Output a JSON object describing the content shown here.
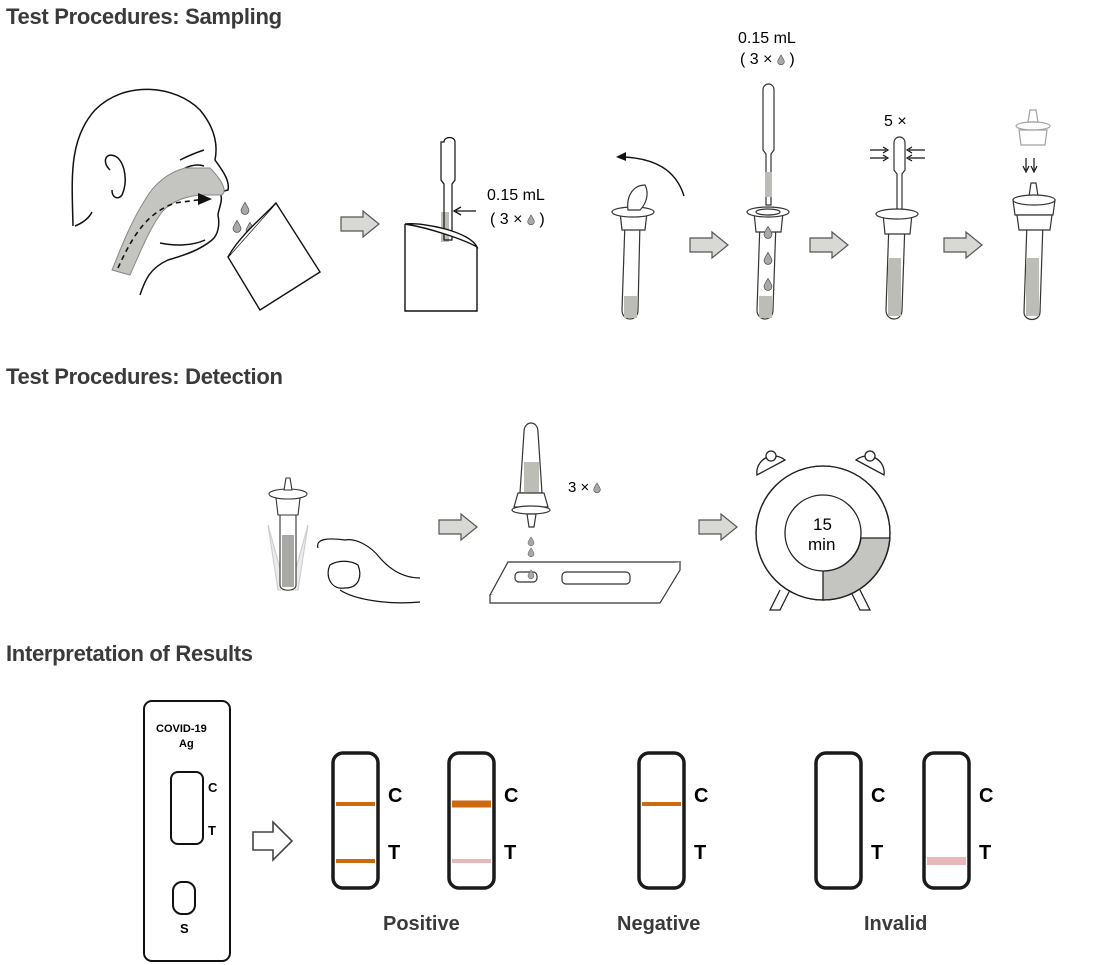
{
  "sections": {
    "sampling": {
      "title": "Test Procedures: Sampling"
    },
    "detection": {
      "title": "Test Procedures: Detection"
    },
    "results": {
      "title": "Interpretation of Results"
    }
  },
  "sampling_steps": {
    "step2_volume": "0.15 mL",
    "step2_drops_prefix": "( 3 ×",
    "step2_drops_suffix": ")",
    "step4_volume": "0.15 mL",
    "step4_drops_prefix": "( 3 ×",
    "step4_drops_suffix": ")",
    "step5_squeeze": "5 ×"
  },
  "detection_steps": {
    "drops_label": "3 ×",
    "timer_value": "15",
    "timer_unit": "min",
    "timer_fill_fraction": 0.25
  },
  "cassette": {
    "brand_line1": "COVID-19",
    "brand_line2": "Ag",
    "control_label": "C",
    "test_label": "T",
    "sample_label": "S"
  },
  "results": {
    "line_label_c": "C",
    "line_label_t": "T",
    "groups": [
      {
        "label": "Positive"
      },
      {
        "label": "Negative"
      },
      {
        "label": "Invalid"
      }
    ],
    "strips": [
      {
        "group": "Positive",
        "c_line": "strong",
        "t_line": "strong"
      },
      {
        "group": "Positive",
        "c_line": "strong",
        "t_line": "faint"
      },
      {
        "group": "Negative",
        "c_line": "strong",
        "t_line": "none"
      },
      {
        "group": "Invalid",
        "c_line": "none",
        "t_line": "none"
      },
      {
        "group": "Invalid",
        "c_line": "none",
        "t_line": "faint"
      }
    ]
  },
  "colors": {
    "heading": "#3a3a3a",
    "line_strong": "#cc6a10",
    "line_faint": "#e8b8b8",
    "fluid_gray": "#bdbdb8",
    "arrow_fill": "#d8d8d4"
  }
}
